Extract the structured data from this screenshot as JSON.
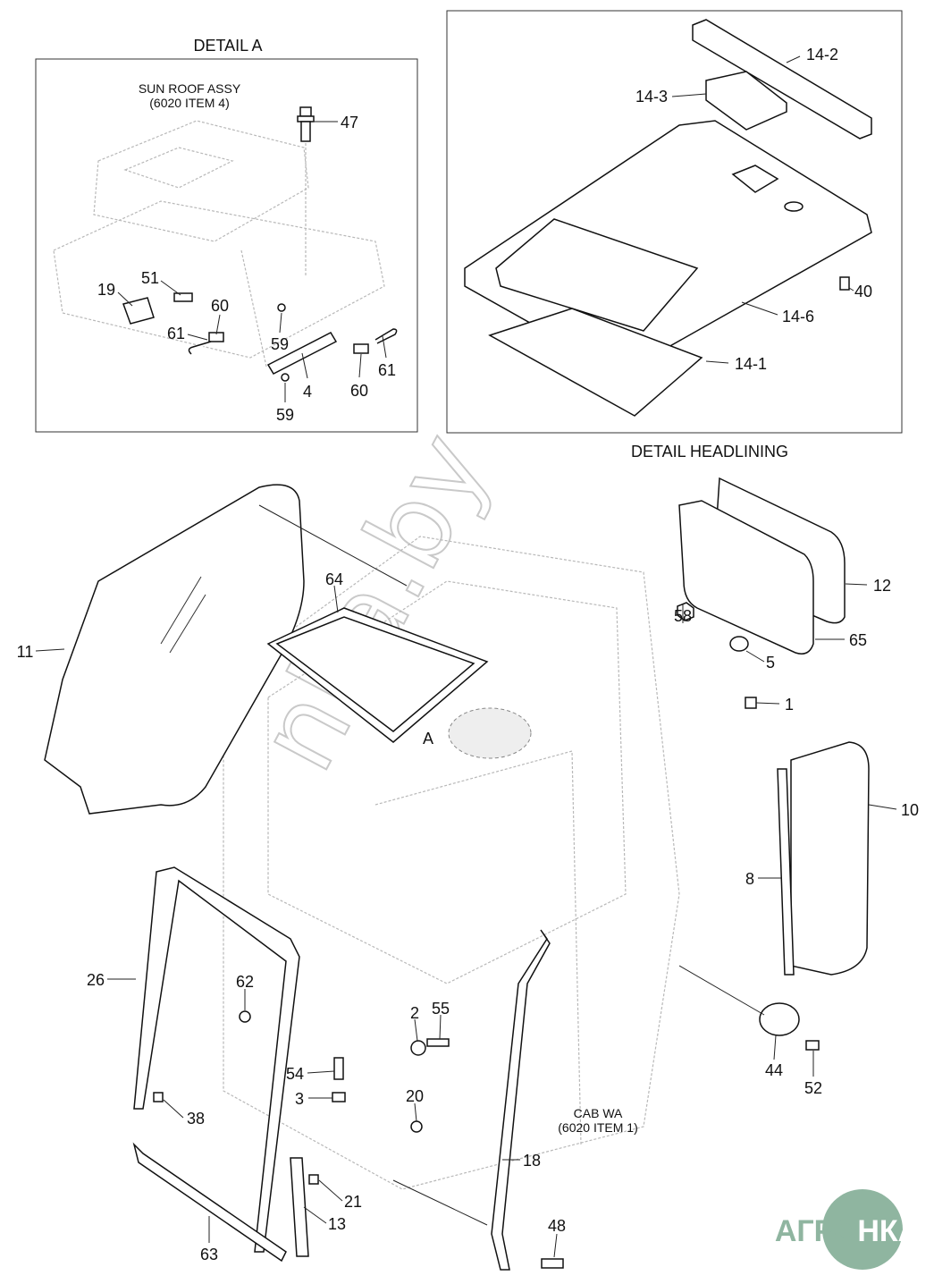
{
  "detail_a": {
    "title": "DETAIL A",
    "subtitle_line1": "SUN ROOF ASSY",
    "subtitle_line2": "(6020 ITEM 4)",
    "labels": [
      "47",
      "51",
      "19",
      "60",
      "61",
      "59",
      "61",
      "4",
      "60",
      "59"
    ]
  },
  "headlining": {
    "title": "DETAIL HEADLINING",
    "labels": [
      "14-2",
      "14-3",
      "40",
      "14-6",
      "14-1"
    ]
  },
  "main": {
    "cab_line1": "CAB WA",
    "cab_line2": "(6020 ITEM 1)",
    "detail_marker": "A",
    "labels": [
      "11",
      "64",
      "12",
      "58",
      "65",
      "5",
      "1",
      "10",
      "8",
      "26",
      "62",
      "2",
      "55",
      "54",
      "44",
      "52",
      "3",
      "20",
      "38",
      "18",
      "21",
      "13",
      "48",
      "63"
    ]
  },
  "watermark": "nka.by",
  "logo": {
    "text": "АГРОНКА",
    "color": "#8fb5a0"
  }
}
